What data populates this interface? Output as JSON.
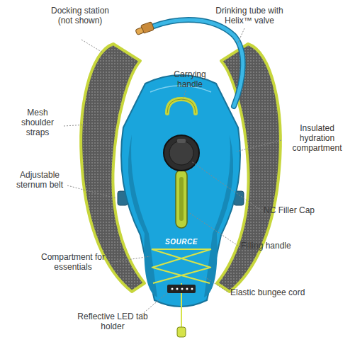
{
  "diagram": {
    "labels": [
      "Drinking tube with Helix™ valve",
      "Docking station (not shown)",
      "Carrying handle",
      "Insulated hydration compartment",
      "Mesh shoulder straps",
      "Adjustable sternum belt",
      "NC Filler Cap",
      "Compartment for essentials",
      "Filling handle",
      "Elastic bungee cord",
      "Reflective LED tab holder",
      "SOURCE"
    ]
  }
}
